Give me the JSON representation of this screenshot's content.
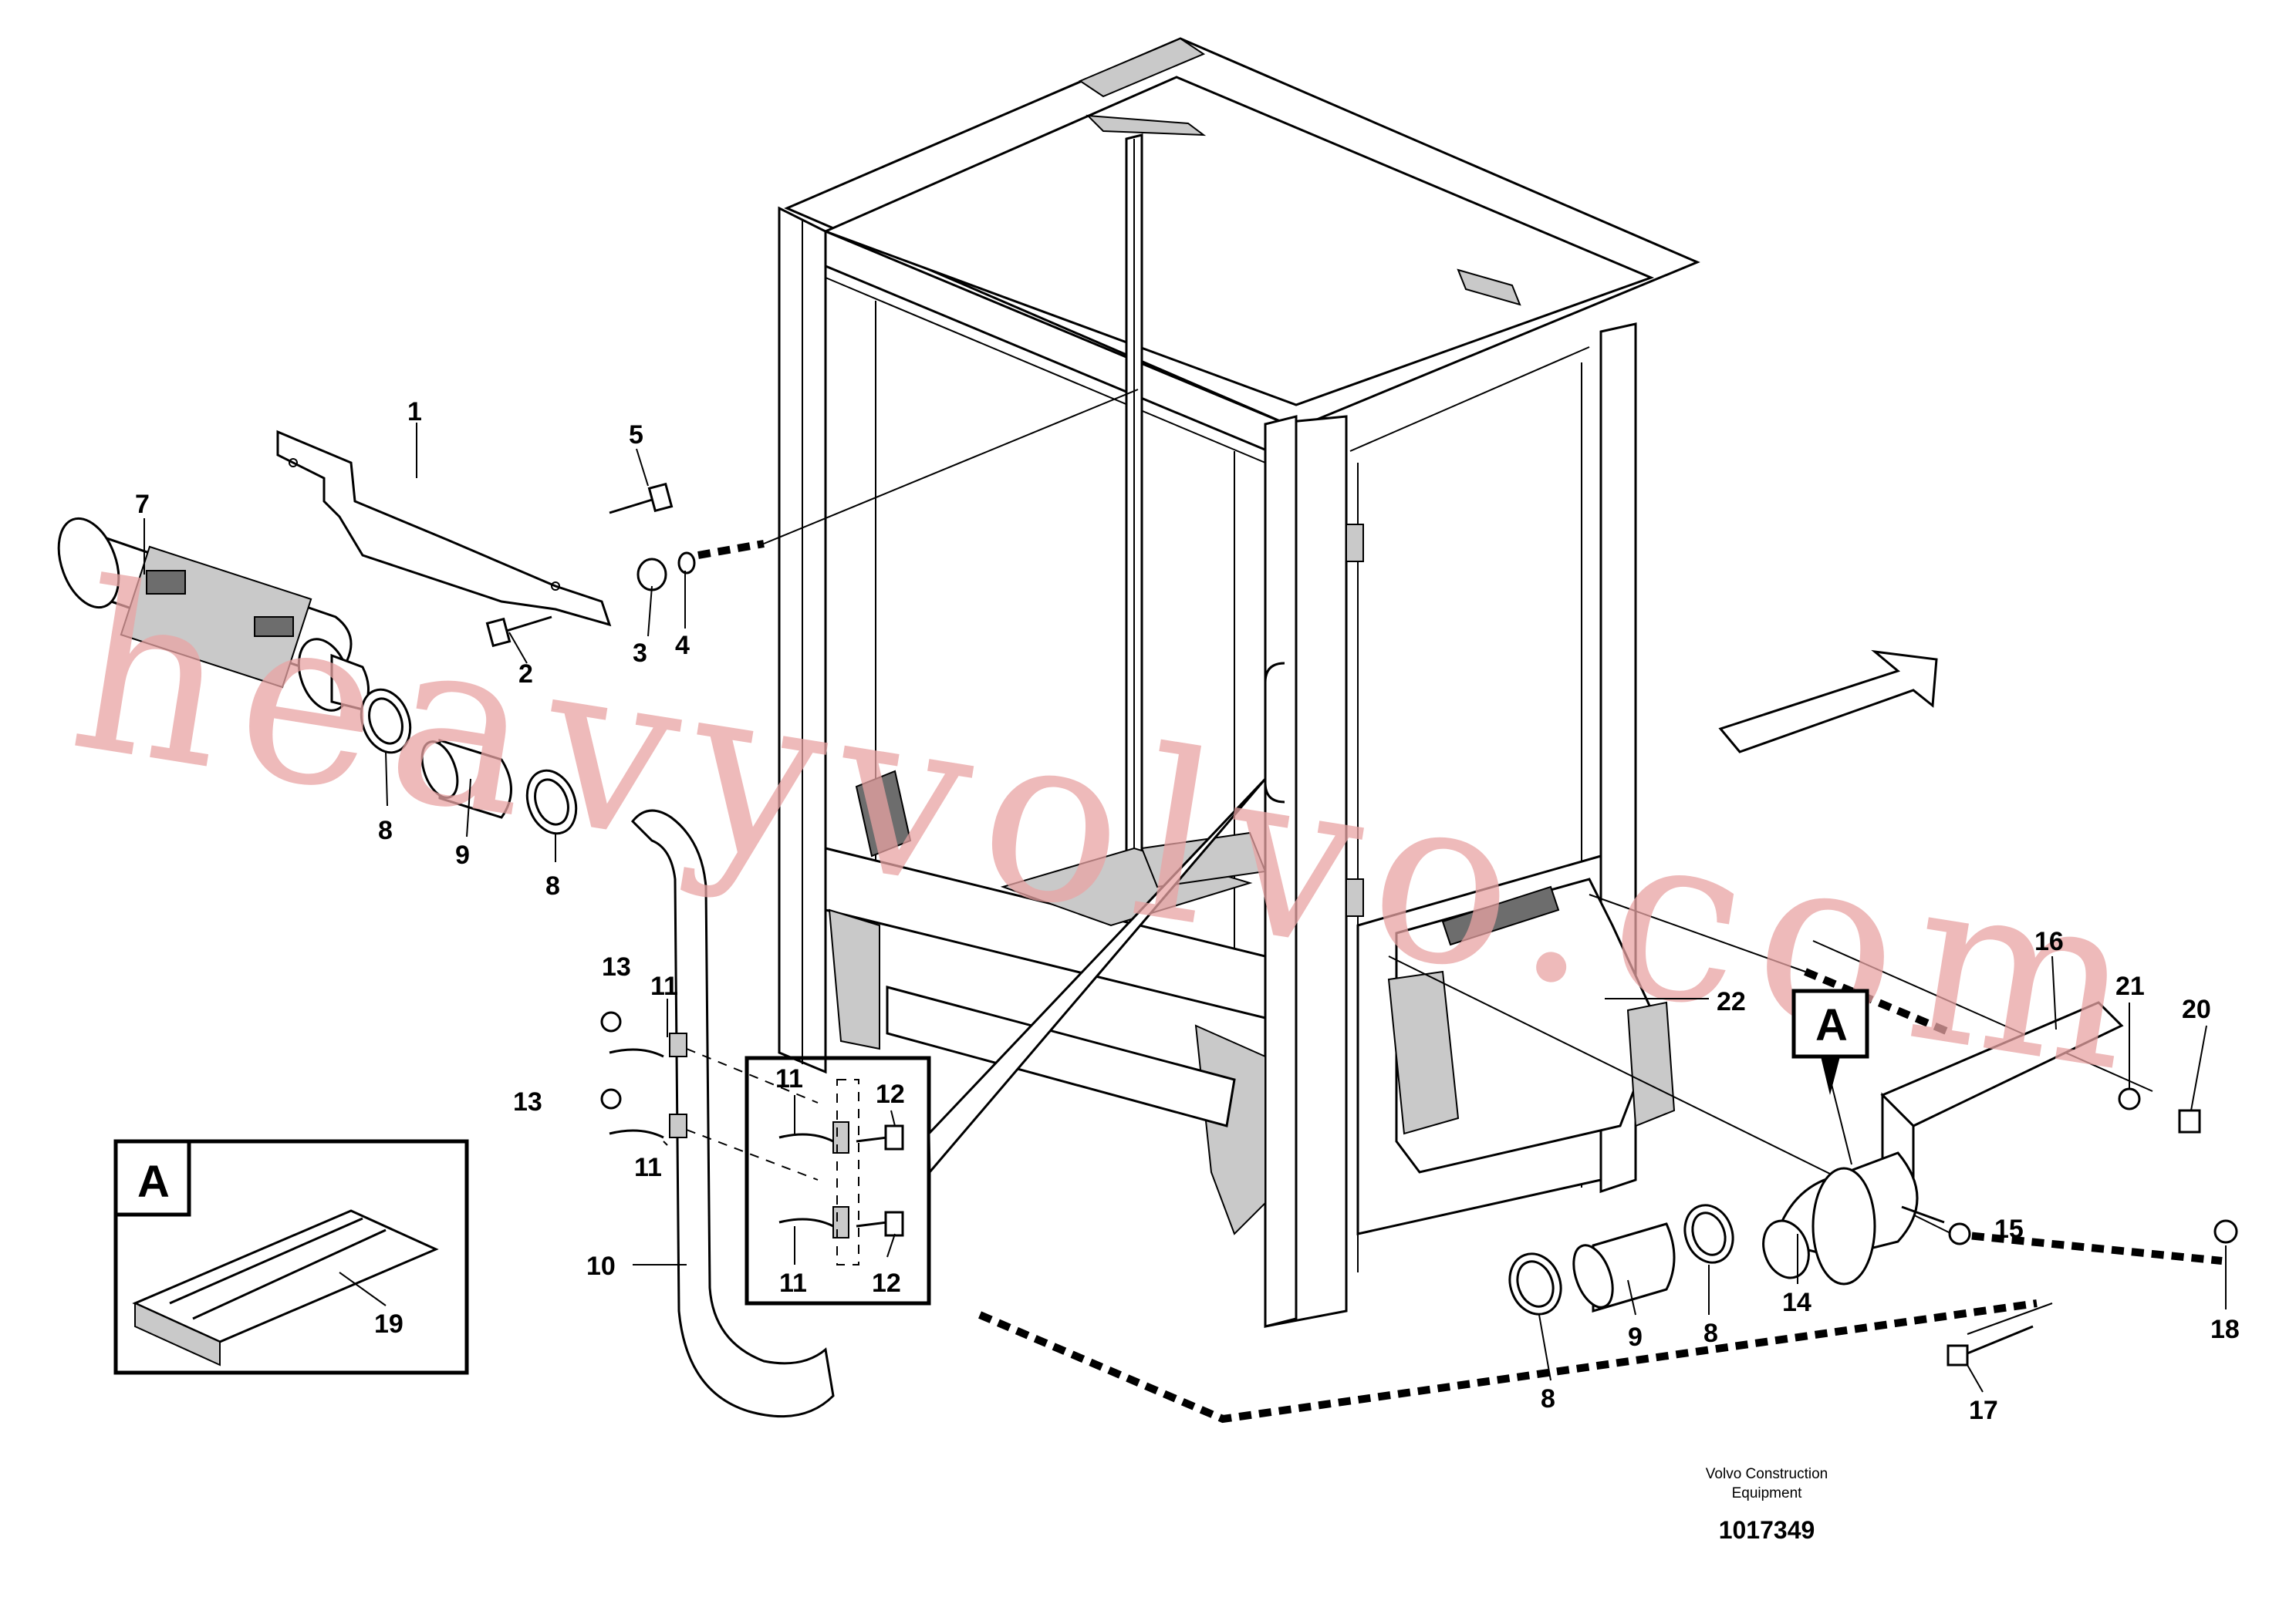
{
  "diagram": {
    "part_labels": {
      "p1": "1",
      "p2": "2",
      "p3": "3",
      "p4": "4",
      "p5": "5",
      "p7": "7",
      "p8a": "8",
      "p8b": "8",
      "p8c": "8",
      "p8d": "8",
      "p9a": "9",
      "p9b": "9",
      "p10": "10",
      "p11a": "11",
      "p11b": "11",
      "p11c": "11",
      "p11d": "11",
      "p12a": "12",
      "p12b": "12",
      "p13a": "13",
      "p13b": "13",
      "p14": "14",
      "p15": "15",
      "p16": "16",
      "p17": "17",
      "p18": "18",
      "p19": "19",
      "p20": "20",
      "p21": "21",
      "p22": "22"
    },
    "detail_marker": "A",
    "detail_box_label": "A",
    "caption_line1": "Volvo Construction",
    "caption_line2": "Equipment",
    "document_number": "1017349",
    "watermark": "heavyvolvo.com"
  }
}
